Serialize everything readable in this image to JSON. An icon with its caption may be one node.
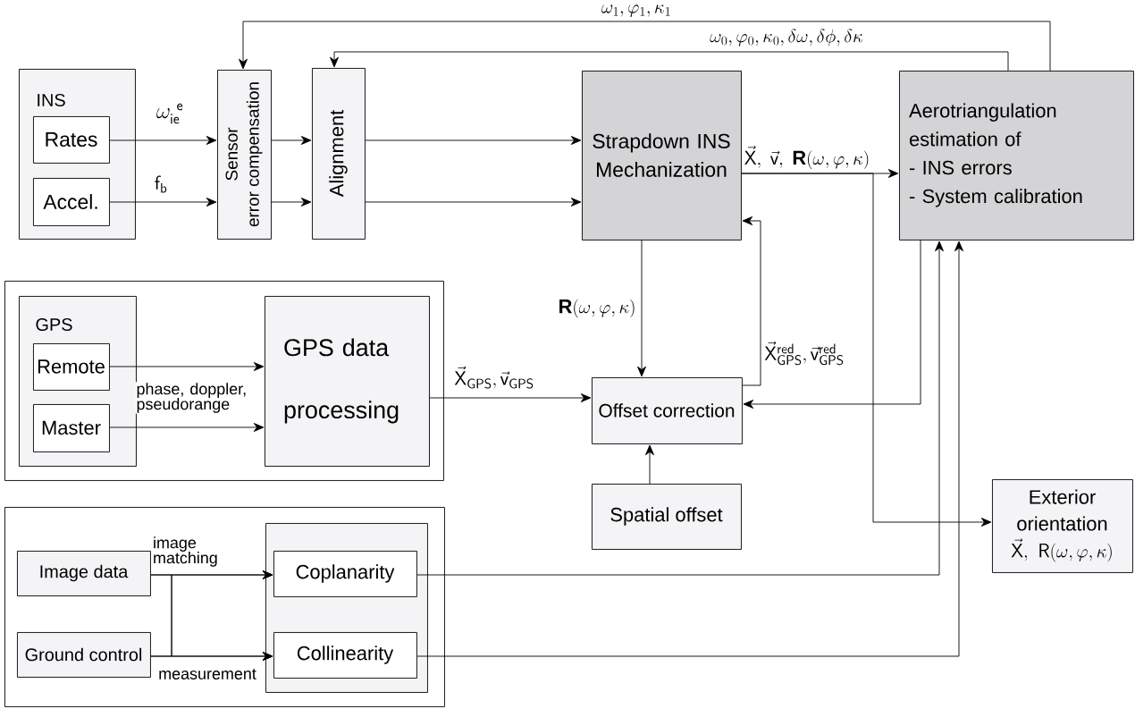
{
  "diagram": {
    "nodes": [
      {
        "text": [
          "INS"
        ]
      },
      {
        "text": [
          "Rates"
        ],
        "in": 0
      },
      {
        "text": [
          "Accel."
        ],
        "in": 0
      },
      {
        "text": [
          "Sensor",
          "error compensation"
        ]
      },
      {
        "text": [
          "Alignment"
        ]
      },
      {
        "text": [
          "Strapdown INS Mechanization"
        ]
      },
      {
        "text": [
          "Aerotriangulation estimation of",
          "- INS errors",
          "- System calibration"
        ]
      },
      {
        "text": [],
        "shape": "box"
      },
      {
        "text": [
          "GPS"
        ],
        "in": 7
      },
      {
        "text": [
          "Remote"
        ],
        "in": 8
      },
      {
        "text": [
          "Master"
        ],
        "in": 8
      },
      {
        "text": [
          "GPS data processing"
        ],
        "in": 7
      },
      {
        "text": [
          "Offset correction"
        ]
      },
      {
        "text": [
          "Spatial offset"
        ]
      },
      {
        "text": [
          "Exterior orientation",
          "\\vec{\\mathsf{X}},\\ \\mathsf{R}(\\omega,\\varphi,\\kappa)"
        ]
      },
      {
        "text": [],
        "shape": "box"
      },
      {
        "text": [
          "Image data"
        ],
        "in": 15
      },
      {
        "text": [
          "Ground control"
        ],
        "in": 15
      },
      {
        "text": [],
        "shape": "box",
        "in": 15
      },
      {
        "text": [
          "Coplanarity"
        ],
        "in": 18
      },
      {
        "text": [
          "Collinearity"
        ],
        "in": 18
      }
    ],
    "edges": [
      {
        "from": 1,
        "to": 3,
        "arrow": "to",
        "label": "\\omega_{\\mathsf{ie}}^{\\ \\mathsf{e}}"
      },
      {
        "from": 2,
        "to": 3,
        "arrow": "to",
        "label": "\\mathsf{f}_{\\mathsf{b}}"
      },
      {
        "from": 3,
        "to": 4,
        "arrow": "to"
      },
      {
        "from": 3,
        "to": 4,
        "arrow": "to"
      },
      {
        "from": 4,
        "to": 5,
        "arrow": "to"
      },
      {
        "from": 4,
        "to": 5,
        "arrow": "to"
      },
      {
        "from": 6,
        "to": 3,
        "arrow": "to",
        "label": "\\omega_1,\\varphi_1,\\kappa_1"
      },
      {
        "from": 6,
        "to": 4,
        "arrow": "to",
        "label": "\\omega_0,\\varphi_0,\\kappa_0,\\delta\\omega,\\delta\\phi,\\delta\\kappa"
      },
      {
        "from": 5,
        "to": 6,
        "arrow": "to",
        "label": "\\vec{\\mathsf{X}},\\ \\vec{\\mathsf{v}},\\ \\mathbf{R}(\\omega,\\varphi,\\kappa)"
      },
      {
        "from": 5,
        "to": 12,
        "arrow": "to",
        "label": "\\mathbf{R}(\\omega,\\varphi,\\kappa)"
      },
      {
        "from": 12,
        "to": 5,
        "arrow": "to",
        "label": "\\vec{\\mathsf{X}}^{\\mathsf{red}}_{\\mathsf{GPS}},\\vec{\\mathsf{v}}^{\\mathsf{red}}_{\\mathsf{GPS}}"
      },
      {
        "from": 6,
        "to": 12,
        "arrow": "to"
      },
      {
        "from": 5,
        "to": 14,
        "arrow": "to"
      },
      {
        "from": 11,
        "to": 12,
        "arrow": "to",
        "label": "\\vec{\\mathsf{X}}_{\\mathsf{GPS}},\\vec{\\mathsf{v}}_{\\mathsf{GPS}}"
      },
      {
        "from": 13,
        "to": 12,
        "arrow": "to"
      },
      {
        "from": 9,
        "to": 11,
        "arrow": "to"
      },
      {
        "from": 10,
        "to": 11,
        "arrow": "to",
        "label": "phase, doppler, pseudorange"
      },
      {
        "from": 19,
        "to": 6,
        "arrow": "to"
      },
      {
        "from": 20,
        "to": 6,
        "arrow": "to"
      },
      {
        "from": 16,
        "to": 19,
        "arrow": "to",
        "label": "image matching"
      },
      {
        "from": 17,
        "to": 20,
        "arrow": "to",
        "label": "measurement"
      },
      {
        "from": 16,
        "to": 20,
        "arrow": "to"
      },
      {
        "from": 17,
        "to": 19,
        "arrow": "to"
      }
    ]
  }
}
